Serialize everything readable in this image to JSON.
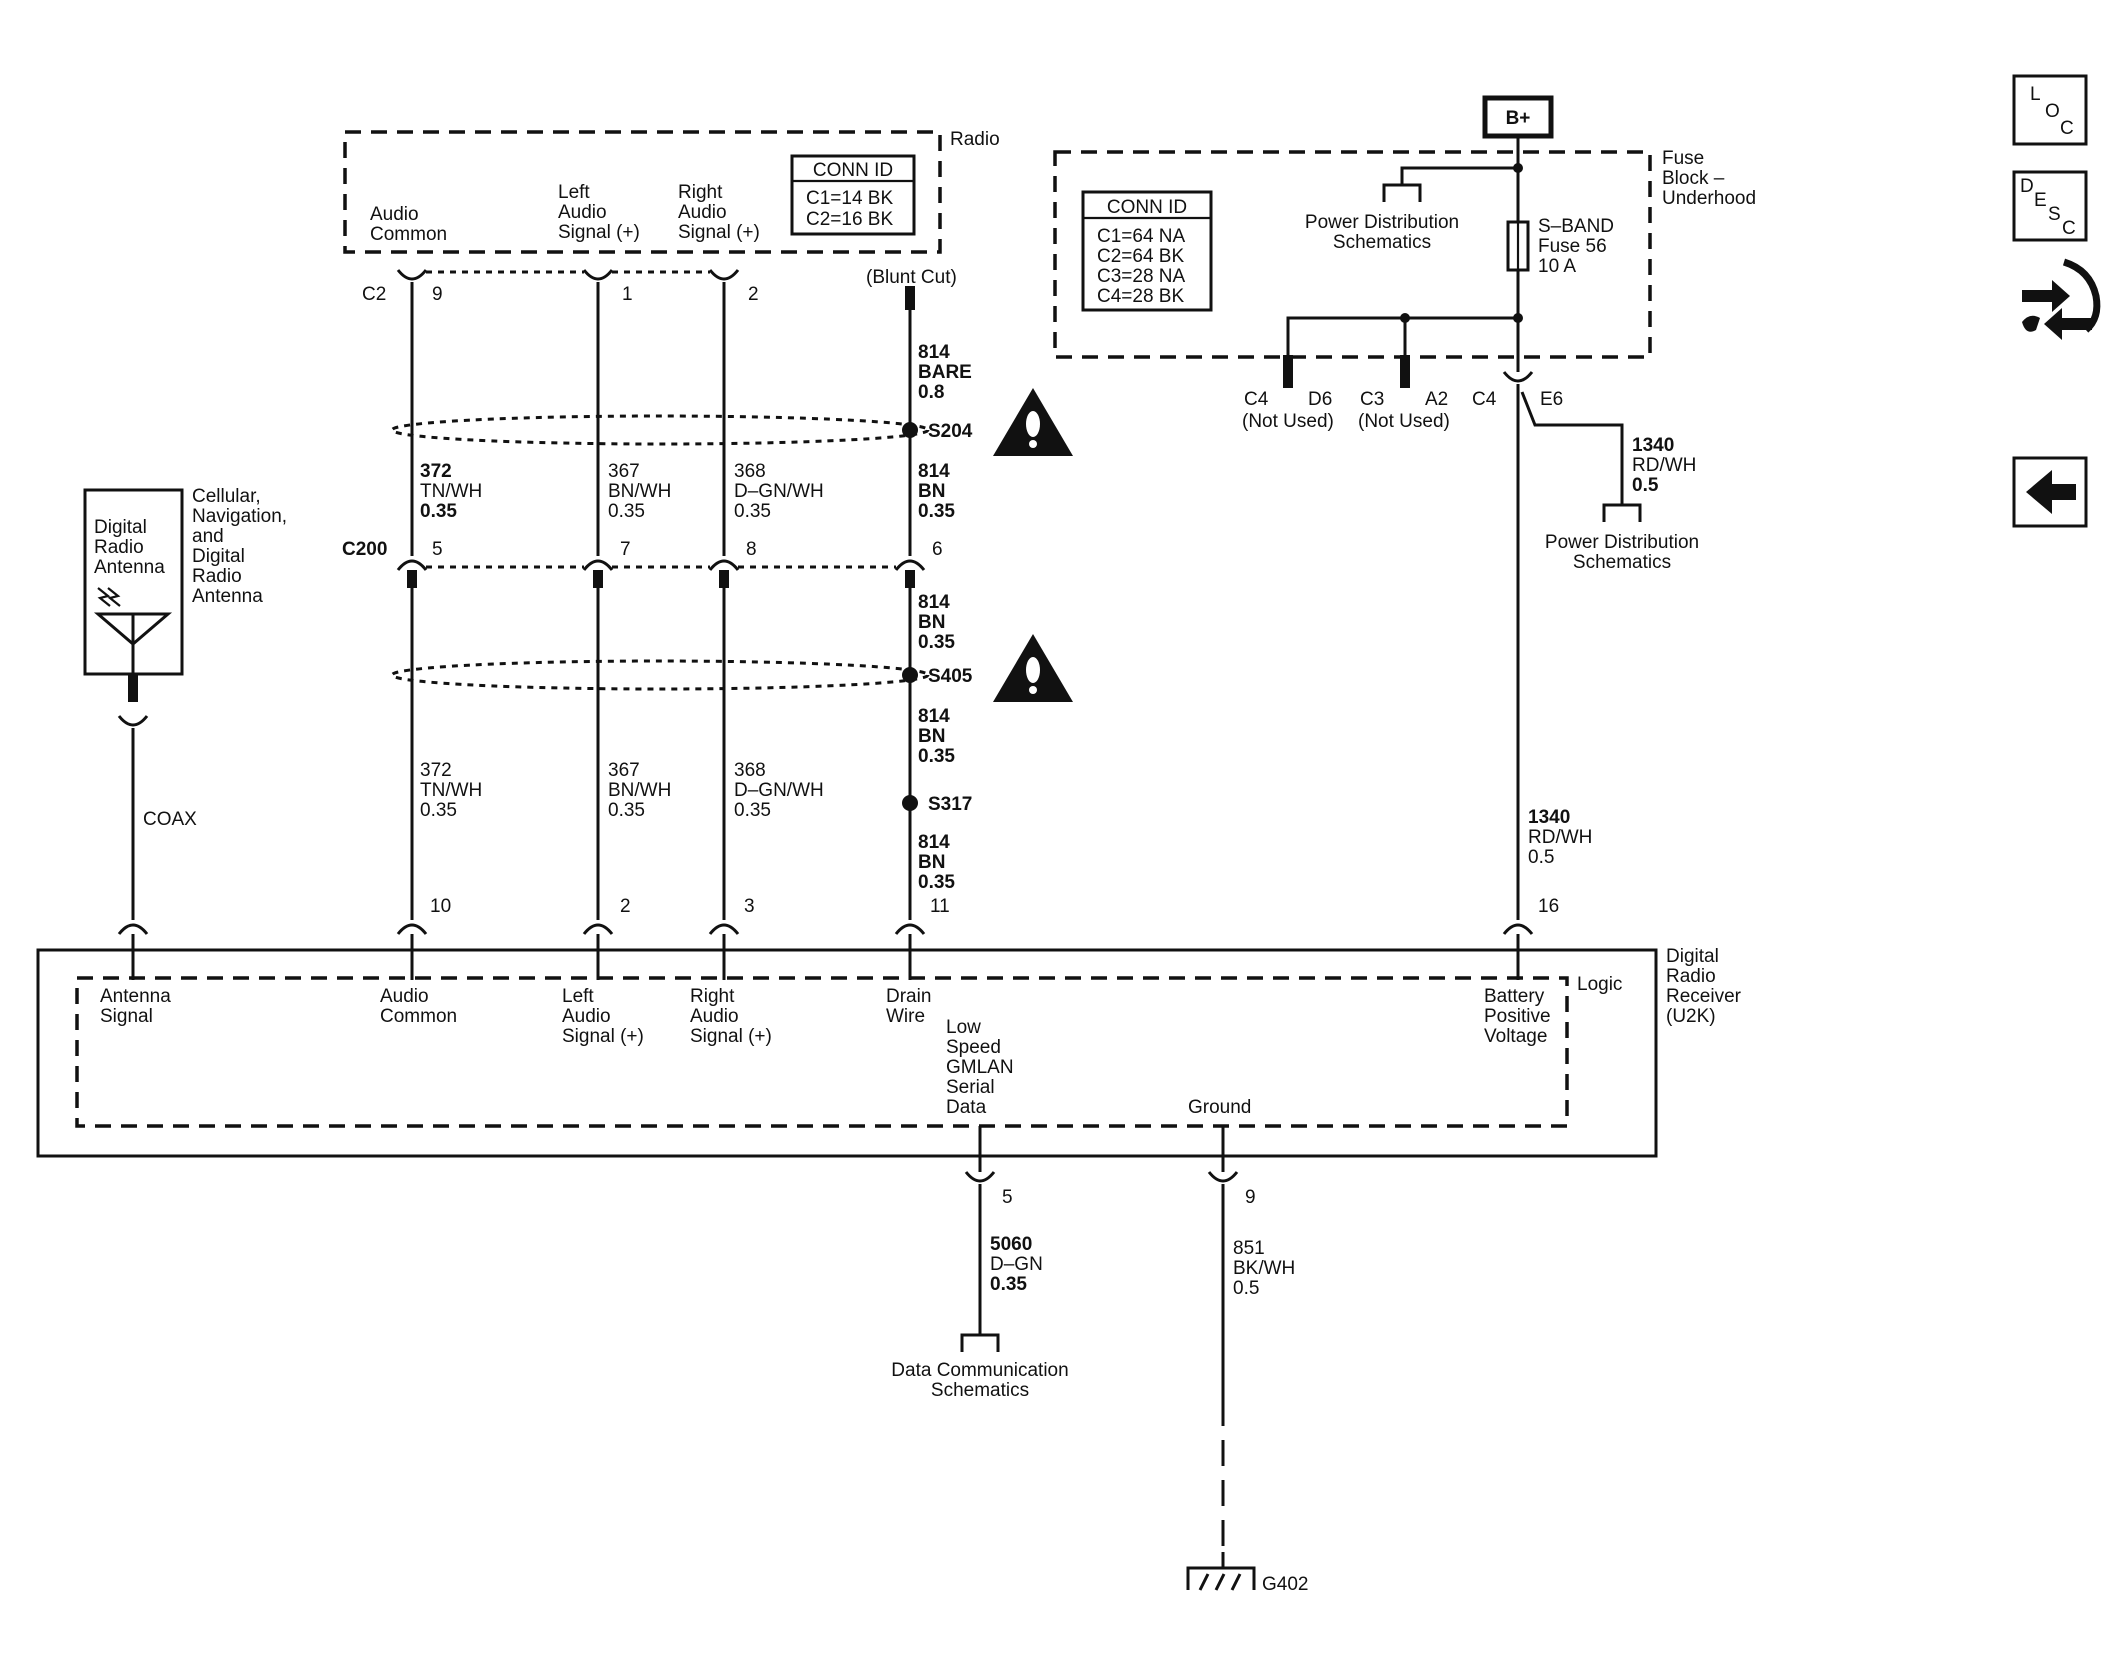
{
  "radio": {
    "title": "Radio",
    "conn_id_title": "CONN ID",
    "conn_ids": [
      "C1=14 BK",
      "C2=16 BK"
    ],
    "pins": {
      "audio_common": [
        "Audio",
        "Common"
      ],
      "left_audio": [
        "Left",
        "Audio",
        "Signal (+)"
      ],
      "right_audio": [
        "Right",
        "Audio",
        "Signal (+)"
      ]
    },
    "connector": "C2",
    "pin_numbers": [
      "9",
      "1",
      "2"
    ],
    "blunt_cut": "(Blunt Cut)"
  },
  "fuse_block": {
    "title": [
      "Fuse",
      "Block –",
      "Underhood"
    ],
    "battery": "B+",
    "conn_id_title": "CONN ID",
    "conn_ids": [
      "C1=64 NA",
      "C2=64 BK",
      "C3=28 NA",
      "C4=28 BK"
    ],
    "power_distribution": [
      "Power Distribution",
      "Schematics"
    ],
    "fuse": [
      "S–BAND",
      "Fuse 56",
      "10 A"
    ],
    "outputs": {
      "c4_d6": [
        "C4",
        "D6",
        "(Not Used)"
      ],
      "c3_a2": [
        "C3",
        "A2",
        "(Not Used)"
      ],
      "c4_e6": [
        "C4",
        "E6"
      ]
    }
  },
  "antenna": {
    "box_label": [
      "Digital",
      "Radio",
      "Antenna"
    ],
    "side_label": [
      "Cellular,",
      "Navigation,",
      "and",
      "Digital",
      "Radio",
      "Antenna"
    ],
    "cable": "COAX"
  },
  "wires": {
    "drain_top": [
      "814",
      "BARE",
      "0.8"
    ],
    "audio_common_1": [
      "372",
      "TN/WH",
      "0.35"
    ],
    "left_audio_1": [
      "367",
      "BN/WH",
      "0.35"
    ],
    "right_audio_1": [
      "368",
      "D–GN/WH",
      "0.35"
    ],
    "drain_1": [
      "814",
      "BN",
      "0.35"
    ],
    "drain_2": [
      "814",
      "BN",
      "0.35"
    ],
    "drain_3": [
      "814",
      "BN",
      "0.35"
    ],
    "drain_4": [
      "814",
      "BN",
      "0.35"
    ],
    "audio_common_2": [
      "372",
      "TN/WH",
      "0.35"
    ],
    "left_audio_2": [
      "367",
      "BN/WH",
      "0.35"
    ],
    "right_audio_2": [
      "368",
      "D–GN/WH",
      "0.35"
    ],
    "battery_upper": [
      "1340",
      "RD/WH",
      "0.5"
    ],
    "battery_lower": [
      "1340",
      "RD/WH",
      "0.5"
    ],
    "serial_data": [
      "5060",
      "D–GN",
      "0.35"
    ],
    "ground": [
      "851",
      "BK/WH",
      "0.5"
    ]
  },
  "splices": [
    "S204",
    "S405",
    "S317"
  ],
  "inline_connector": {
    "name": "C200",
    "pins": [
      "5",
      "7",
      "8",
      "6"
    ]
  },
  "upper_power_distribution": [
    "Power Distribution",
    "Schematics"
  ],
  "receiver": {
    "title": [
      "Digital",
      "Radio",
      "Receiver",
      "(U2K)"
    ],
    "logic": "Logic",
    "pin_numbers_top": [
      "10",
      "2",
      "3",
      "11",
      "16"
    ],
    "pin_numbers_bottom": [
      "5",
      "9"
    ],
    "pins": {
      "antenna_signal": [
        "Antenna",
        "Signal"
      ],
      "audio_common": [
        "Audio",
        "Common"
      ],
      "left_audio": [
        "Left",
        "Audio",
        "Signal (+)"
      ],
      "right_audio": [
        "Right",
        "Audio",
        "Signal (+)"
      ],
      "drain_wire": [
        "Drain",
        "Wire"
      ],
      "serial_data": [
        "Low",
        "Speed",
        "GMLAN",
        "Serial",
        "Data"
      ],
      "ground": [
        "Ground"
      ],
      "battery": [
        "Battery",
        "Positive",
        "Voltage"
      ]
    }
  },
  "data_communication": [
    "Data Communication",
    "Schematics"
  ],
  "ground_point": "G402",
  "nav": {
    "loc": [
      "L",
      "O",
      "C"
    ],
    "desc": [
      "D",
      "E",
      "S",
      "C"
    ]
  }
}
